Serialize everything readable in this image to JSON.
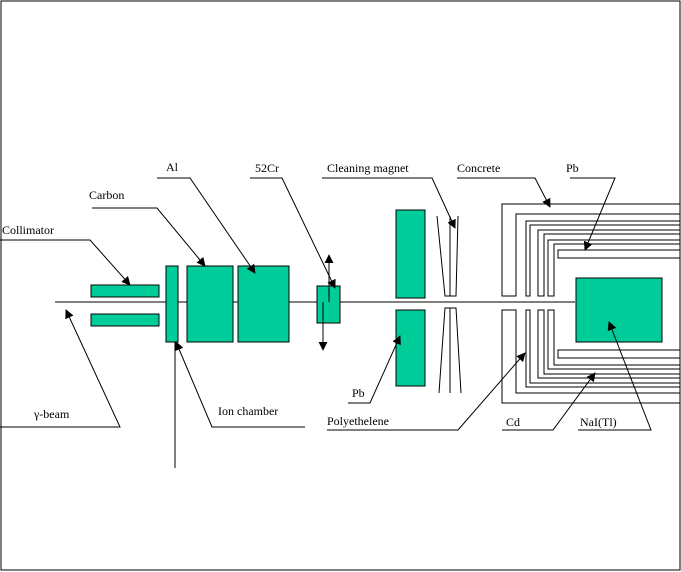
{
  "colors": {
    "component_fill": "#00cc99",
    "line": "#000000",
    "background": "#ffffff"
  },
  "labels": {
    "collimator": "Collimator",
    "carbon": "Carbon",
    "al": "Al",
    "cr52": "52Cr",
    "cleaning_magnet": "Cleaning magnet",
    "concrete": "Concrete",
    "pb_top": "Pb",
    "gamma_beam": "γ-beam",
    "ion_chamber": "Ion chamber",
    "pb_bottom": "Pb",
    "polyethelene": "Polyethelene",
    "cd": "Cd",
    "nai": "NaI(Tl)"
  }
}
